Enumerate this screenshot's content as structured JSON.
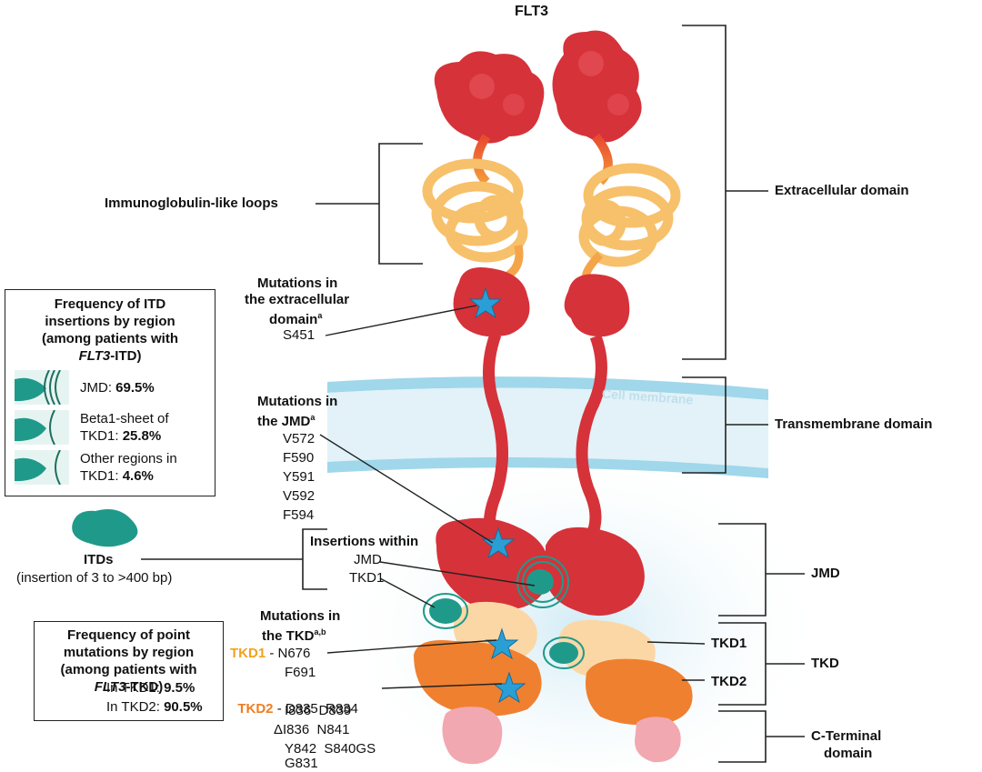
{
  "title": "FLT3",
  "domains": {
    "extracellular": "Extracellular domain",
    "transmembrane": "Transmembrane domain",
    "jmd": "JMD",
    "tkd": "TKD",
    "tkd1": "TKD1",
    "tkd2": "TKD2",
    "cterminal_line1": "C-Terminal",
    "cterminal_line2": "domain"
  },
  "membrane_label": "Cell membrane",
  "ig_loops": "Immunoglobulin-like loops",
  "extracellular_mutations": {
    "line1": "Mutations in",
    "line2": "the extracellular",
    "line3": "domain",
    "superscript": "a",
    "sites": [
      "S451"
    ]
  },
  "jmd_mutations": {
    "line1": "Mutations in",
    "line2": "the JMD",
    "superscript": "a",
    "sites": [
      "V572",
      "F590",
      "Y591",
      "V592",
      "F594"
    ]
  },
  "insertions": {
    "title": "Insertions within",
    "items": [
      "JMD",
      "TKD1"
    ]
  },
  "itds": {
    "title": "ITDs",
    "subtitle": "(insertion of 3 to >400 bp)"
  },
  "tkd_mutations": {
    "line1": "Mutations in",
    "line2": "the TKD",
    "superscript": "a,b",
    "tkd1_label": "TKD1",
    "tkd1_sites": "- N676",
    "tkd1_extra": "F691",
    "tkd2_label": "TKD2",
    "tkd2_sites": "- D835  R834",
    "tkd2_rows": [
      "I836  D839",
      "ΔI836  N841",
      "Y842  S840GS",
      "G831"
    ]
  },
  "itd_box": {
    "title_lines": [
      "Frequency of ITD",
      "insertions by region",
      "(among patients with"
    ],
    "title_italic": "FLT3",
    "title_suffix": "-ITD)",
    "rows": [
      {
        "label": "JMD: ",
        "value": "69.5%"
      },
      {
        "label_line1": "Beta1-sheet of",
        "label": "TKD1: ",
        "value": "25.8%"
      },
      {
        "label_line1": "Other regions in",
        "label": "TKD1: ",
        "value": "4.6%"
      }
    ]
  },
  "point_box": {
    "title_lines": [
      "Frequency of point",
      "mutations by region",
      "(among patients with"
    ],
    "title_italic": "FLT3",
    "title_suffix": "-TKD)",
    "rows": [
      {
        "label": "In TKD1: ",
        "value": "9.5%"
      },
      {
        "label": "In TKD2: ",
        "value": "90.5%"
      }
    ]
  },
  "colors": {
    "red": "#d6323a",
    "red_dark": "#a91f26",
    "loop": "#f7c06a",
    "tkd1": "#fbd7a6",
    "tkd2": "#ef8030",
    "cterm": "#f2a8b0",
    "itd": "#1f9a8a",
    "star": "#2a9fd6",
    "membrane": "#7cc6e0"
  }
}
